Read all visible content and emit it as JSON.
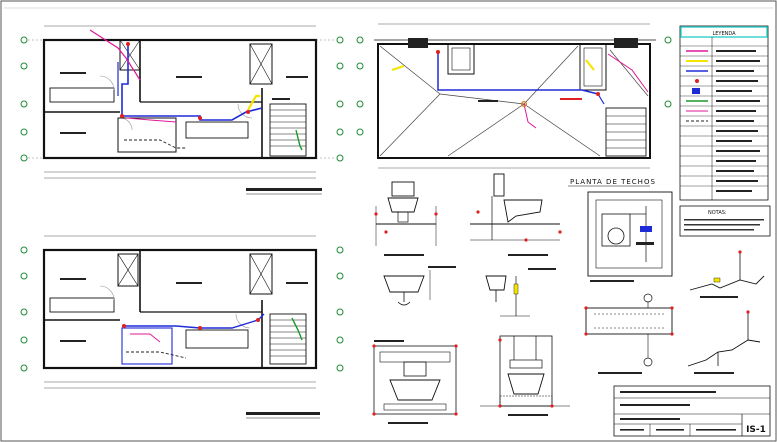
{
  "sheet": {
    "roof_plan_title": "PLANTA DE TECHOS",
    "sheet_number": "IS-1"
  },
  "legend": {
    "title": "LEYENDA"
  },
  "notes": {
    "title": "NOTAS:"
  },
  "colors": {
    "cold_water_line": "#1e2bd6",
    "hot_water_line": "#e0179a",
    "drain_line": "#222222",
    "gas_line": "#f5e400",
    "vent_line": "#1a9a2a",
    "node_marker": "#e02020",
    "axis_bubble": "#1f8a36",
    "legend_header": "#2fd0c8"
  }
}
